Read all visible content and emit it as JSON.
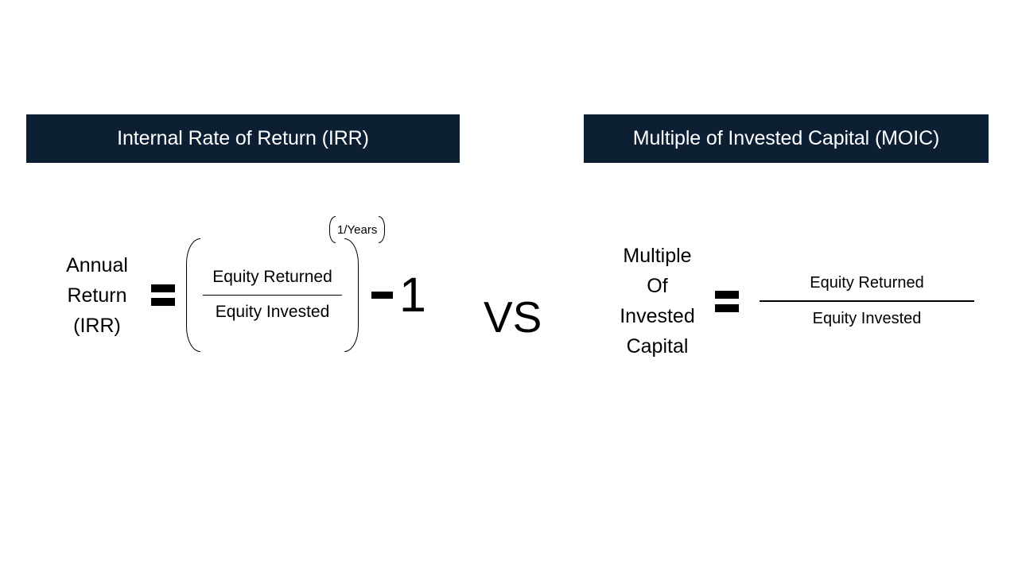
{
  "slide": {
    "background_color": "#ffffff",
    "accent_color": "#0c1f33",
    "text_color": "#000000"
  },
  "panels": {
    "left": {
      "header": "Internal Rate of Return (IRR)",
      "formula": {
        "term_lines": [
          "Annual",
          "Return",
          "(IRR)"
        ],
        "equals": "=",
        "numerator": "Equity Returned",
        "denominator": "Equity Invested",
        "exponent": "1/Years",
        "minus": "-",
        "constant": "1"
      }
    },
    "right": {
      "header": "Multiple of Invested Capital (MOIC)",
      "formula": {
        "term_lines": [
          "Multiple",
          "Of",
          "Invested",
          "Capital"
        ],
        "equals": "=",
        "numerator": "Equity Returned",
        "denominator": "Equity Invested"
      }
    }
  },
  "separator": {
    "label": "VS"
  }
}
